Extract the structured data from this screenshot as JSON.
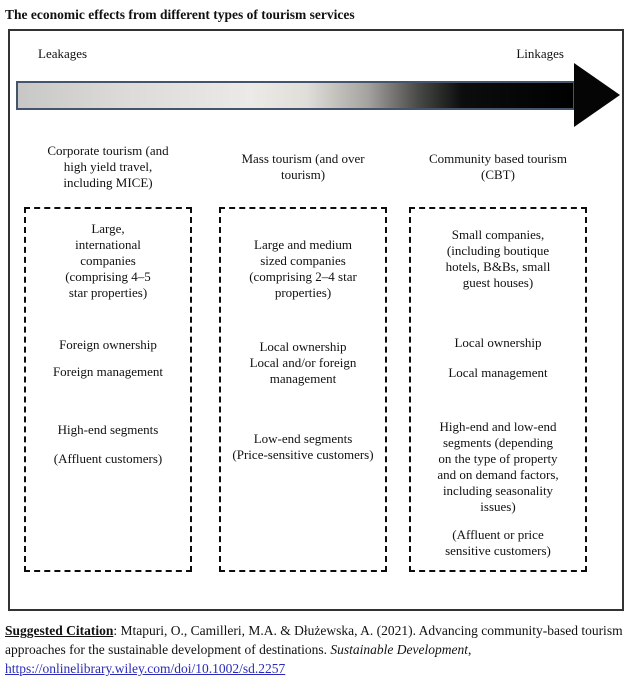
{
  "title": "The economic effects from different types of tourism services",
  "diagram": {
    "left_label": "Leakages",
    "right_label": "Linkages",
    "arrow": {
      "direction": "right",
      "gradient_start_color": "#c7c7c5",
      "gradient_end_color": "#000000",
      "bar_border_color": "#44546a"
    },
    "columns": [
      {
        "header": "Corporate tourism (and\nhigh yield travel,\nincluding MICE)",
        "items": [
          "Large,\ninternational\ncompanies\n(comprising 4–5\nstar properties)",
          "Foreign ownership",
          "Foreign management",
          "High-end segments",
          "(Affluent customers)"
        ]
      },
      {
        "header": "Mass tourism (and over\ntourism)",
        "items": [
          "Large and medium\nsized companies\n(comprising 2–4 star\nproperties)",
          "Local ownership\nLocal and/or foreign\nmanagement",
          "Low-end segments\n(Price-sensitive customers)"
        ]
      },
      {
        "header": "Community based tourism\n(CBT)",
        "items": [
          "Small companies,\n(including boutique\nhotels, B&Bs, small\nguest houses)",
          "Local ownership",
          "Local management",
          "High-end and low-end\nsegments (depending\non the type of property\nand on demand factors,\nincluding seasonality\nissues)",
          "(Affluent or price\nsensitive customers)"
        ]
      }
    ]
  },
  "citation": {
    "label": "Suggested Citation",
    "before_journal": ": Mtapuri, O.,  Camilleri, M.A. & Dłużewska, A. (2021). Advancing community-based tourism approaches for the sustainable development of destinations. ",
    "journal": "Sustainable Development",
    "after_journal": ",",
    "link": "https://onlinelibrary.wiley.com/doi/10.1002/sd.2257",
    "link_color": "#2a2ab8"
  }
}
